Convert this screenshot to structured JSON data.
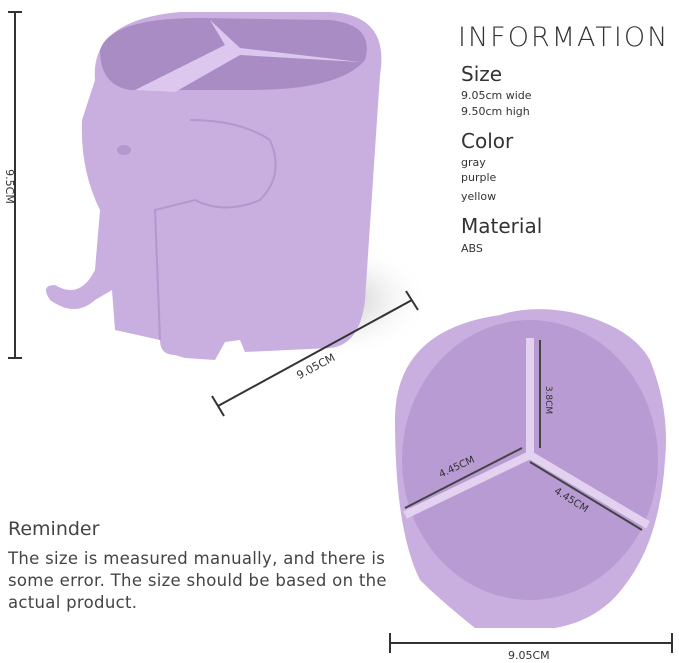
{
  "info": {
    "title": "INFORMATION",
    "size_heading": "Size",
    "size_lines": [
      "9.05cm wide",
      "9.50cm high"
    ],
    "color_heading": "Color",
    "colors": [
      "gray",
      "purple",
      "yellow"
    ],
    "material_heading": "Material",
    "material": "ABS"
  },
  "dimensions": {
    "height_label": "9.5CM",
    "diagonal_width_label": "9.05CM",
    "divider_height_label": "3.8CM",
    "divider_left_label": "4.45CM",
    "divider_right_label": "4.45CM",
    "top_width_label": "9.05CM"
  },
  "reminder": {
    "title": "Reminder",
    "body": "The size is measured manually, and there is some error. The size should be based on the actual product."
  },
  "colors_hex": {
    "product": "#c9aee0",
    "product_dark": "#a98cc4",
    "text": "#333333"
  }
}
